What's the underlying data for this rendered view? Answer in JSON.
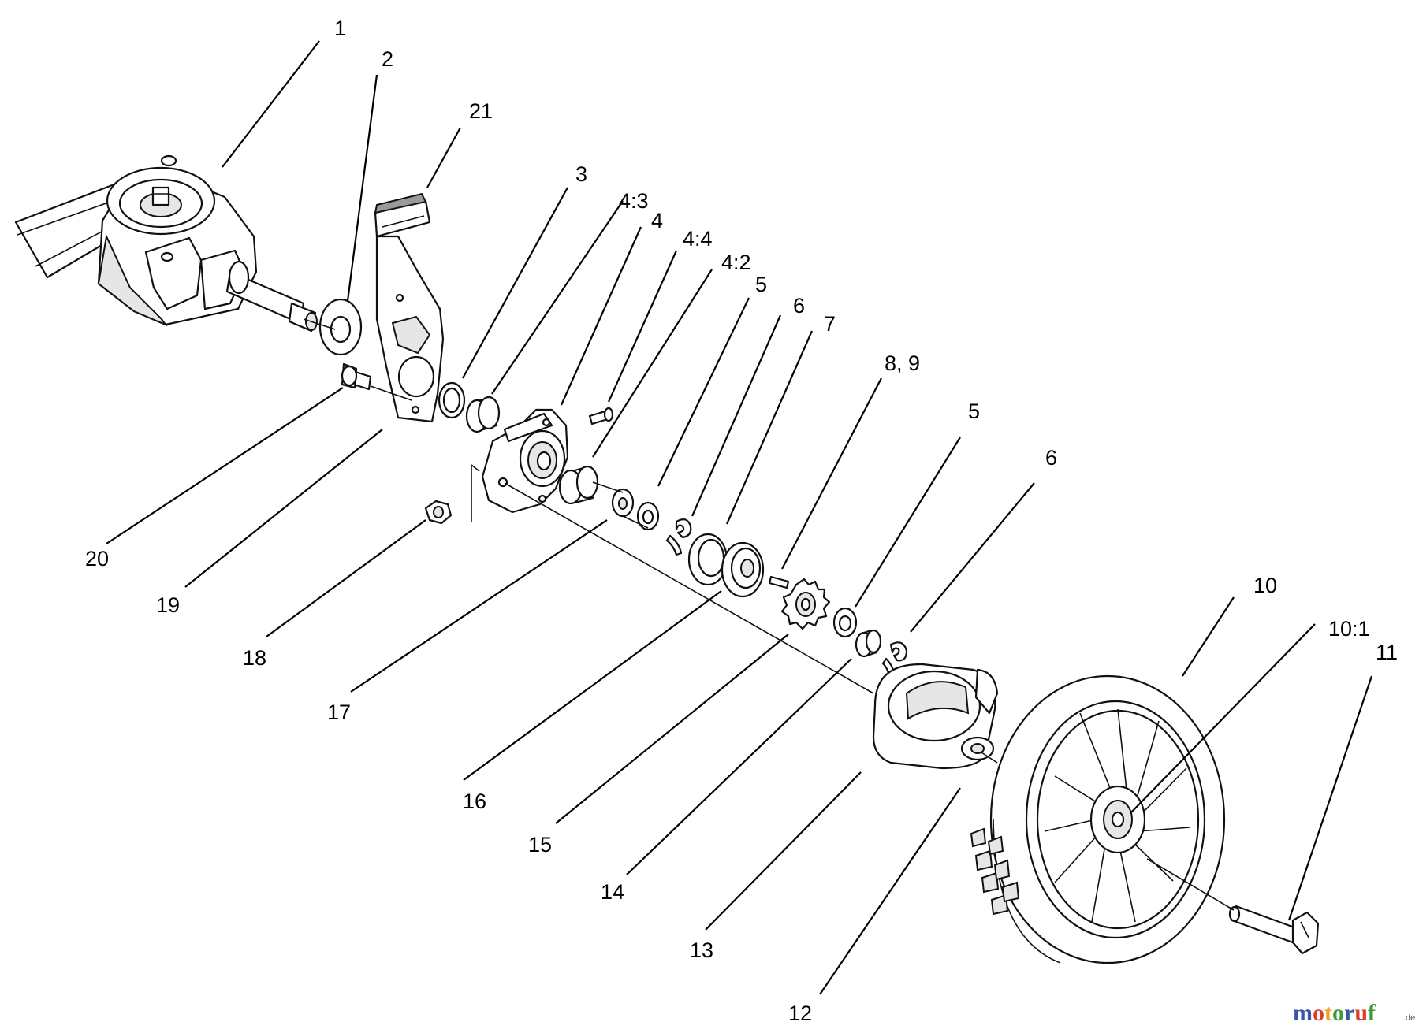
{
  "callouts": [
    {
      "id": "c1",
      "text": "1"
    },
    {
      "id": "c2",
      "text": "2"
    },
    {
      "id": "c21",
      "text": "21"
    },
    {
      "id": "c3",
      "text": "3"
    },
    {
      "id": "c4_3",
      "text": "4:3"
    },
    {
      "id": "c4",
      "text": "4"
    },
    {
      "id": "c4_4",
      "text": "4:4"
    },
    {
      "id": "c4_2",
      "text": "4:2"
    },
    {
      "id": "c5a",
      "text": "5"
    },
    {
      "id": "c6a",
      "text": "6"
    },
    {
      "id": "c7",
      "text": "7"
    },
    {
      "id": "c8_9",
      "text": "8, 9"
    },
    {
      "id": "c5b",
      "text": "5"
    },
    {
      "id": "c6b",
      "text": "6"
    },
    {
      "id": "c10",
      "text": "10"
    },
    {
      "id": "c10_1",
      "text": "10:1"
    },
    {
      "id": "c11",
      "text": "11"
    },
    {
      "id": "c20",
      "text": "20"
    },
    {
      "id": "c19",
      "text": "19"
    },
    {
      "id": "c18",
      "text": "18"
    },
    {
      "id": "c17",
      "text": "17"
    },
    {
      "id": "c16",
      "text": "16"
    },
    {
      "id": "c15",
      "text": "15"
    },
    {
      "id": "c14",
      "text": "14"
    },
    {
      "id": "c13",
      "text": "13"
    },
    {
      "id": "c12",
      "text": "12"
    }
  ],
  "watermark": {
    "brand": "motoruf",
    "suffix": ".de",
    "colors": [
      "#3a56a8",
      "#d8402c",
      "#f0a21c",
      "#3f9a3a",
      "#3a56a8",
      "#d8402c",
      "#3f9a3a"
    ]
  }
}
